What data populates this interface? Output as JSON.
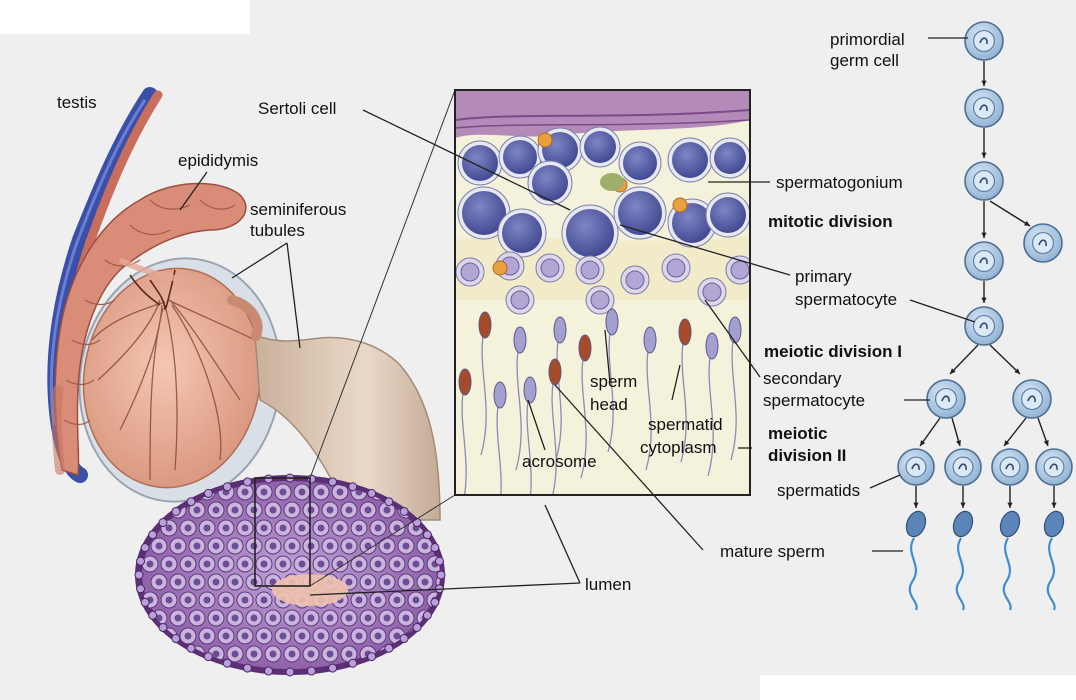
{
  "labels": {
    "testis": "testis",
    "epididymis": "epididymis",
    "seminiferous_1": "seminiferous",
    "seminiferous_2": "tubules",
    "sertoli": "Sertoli cell",
    "primordial_1": "primordial",
    "primordial_2": "germ cell",
    "spermatogonium": "spermatogonium",
    "mitotic": "mitotic division",
    "primary_1": "primary",
    "primary_2": "spermatocyte",
    "meiotic1": "meiotic division I",
    "secondary_1": "secondary",
    "secondary_2": "spermatocyte",
    "meiotic2_1": "meiotic",
    "meiotic2_2": "division II",
    "spermatids": "spermatids",
    "sperm_head_1": "sperm",
    "sperm_head_2": "head",
    "spermatid_cyto_1": "spermatid",
    "spermatid_cyto_2": "cytoplasm",
    "acrosome": "acrosome",
    "mature_sperm": "mature sperm",
    "lumen": "lumen"
  },
  "colors": {
    "cell_fill": "#a9c6e2",
    "cell_stroke": "#4d6f94",
    "tubule_pink": "#e3a993",
    "crosssection_purple": "#8c5fa6",
    "inset_bg": "#f4efc6",
    "duct_beige": "#d9c7b5",
    "leader_line": "#222222"
  }
}
